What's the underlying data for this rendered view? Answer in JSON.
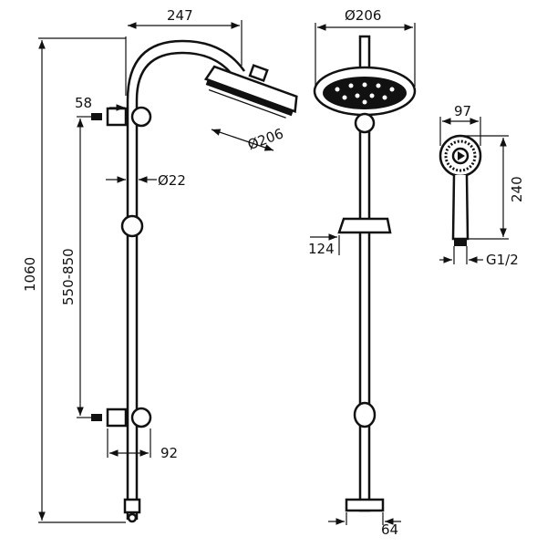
{
  "dimensions": {
    "arm_reach": "247",
    "head_diameter_side": "Ø206",
    "head_diameter_front": "Ø206",
    "wall_offset": "58",
    "pipe_diameter": "Ø22",
    "total_height": "1060",
    "bracket_range": "550-850",
    "bracket_depth": "92",
    "slider_depth": "124",
    "valve_width": "64",
    "hand_shower_diameter": "97",
    "hand_shower_length": "240",
    "thread": "G1/2"
  }
}
